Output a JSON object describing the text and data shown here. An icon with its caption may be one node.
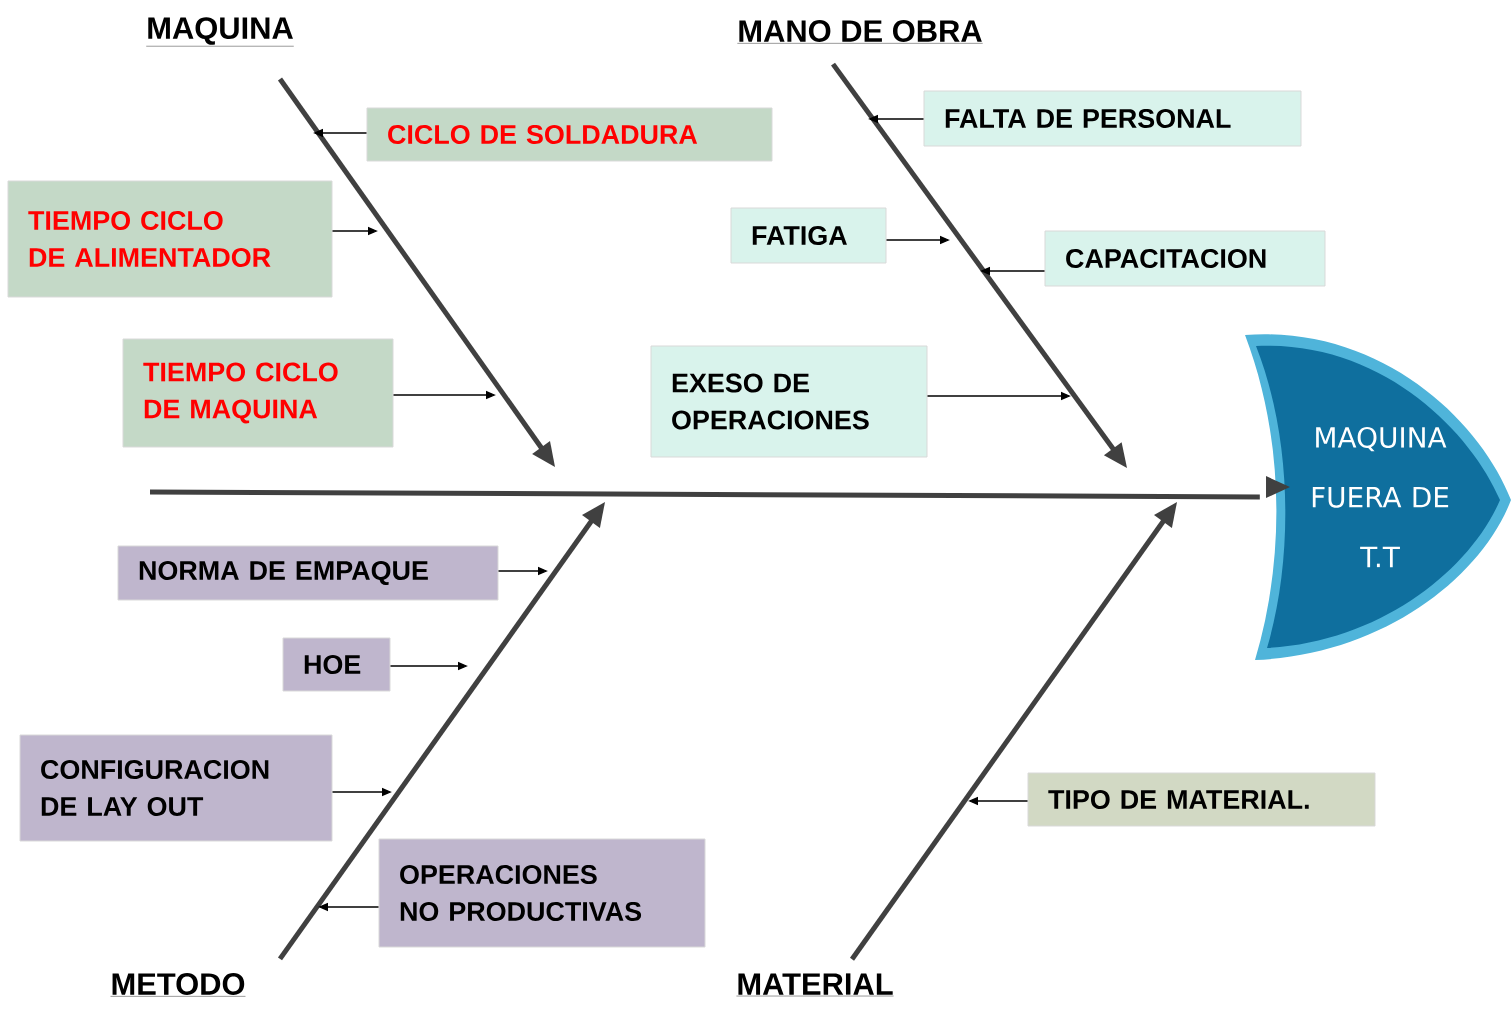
{
  "diagram": {
    "nodes": [
      {
        "text": [
          "MAQUINA"
        ]
      },
      {
        "text": [
          "MANO DE OBRA"
        ]
      },
      {
        "text": [
          "MAQUINA FUERA DE T.T"
        ]
      },
      {
        "text": [
          "CICLO DE SOLDADURA"
        ]
      },
      {
        "text": [
          "TIEMPO CICLO DE ALIMENTADOR"
        ]
      },
      {
        "text": [
          "TIEMPO CICLO DE MAQUINA"
        ]
      },
      {
        "text": [
          "FALTA DE PERSONAL"
        ]
      },
      {
        "text": [
          "FATIGA"
        ]
      },
      {
        "text": [
          "CAPACITACION"
        ]
      },
      {
        "text": [
          "EXESO DE OPERACIONES"
        ]
      },
      {
        "text": [
          "NORMA DE EMPAQUE"
        ]
      },
      {
        "text": [
          "HOE"
        ]
      },
      {
        "text": [
          "CONFIGURACION DE LAY OUT"
        ]
      },
      {
        "text": [
          "OPERACIONES NO PRODUCTIVAS"
        ]
      },
      {
        "text": [
          "TIPO DE MATERIAL."
        ]
      },
      {
        "text": [
          "METODO"
        ]
      },
      {
        "text": [
          "MATERIAL"
        ]
      }
    ],
    "edges": [
      {
        "from": null,
        "to": 2,
        "arrow": "to",
        "style": "thick"
      },
      {
        "from": 0,
        "to": null,
        "arrow": "to",
        "style": "thick"
      },
      {
        "from": 1,
        "to": null,
        "arrow": "to",
        "style": "thick"
      },
      {
        "from": 15,
        "to": null,
        "arrow": "to",
        "style": "thick"
      },
      {
        "from": 16,
        "to": null,
        "arrow": "to",
        "style": "thick"
      },
      {
        "from": 3,
        "to": null,
        "arrow": "to"
      },
      {
        "from": 4,
        "to": null,
        "arrow": "to"
      },
      {
        "from": 5,
        "to": null,
        "arrow": "to"
      },
      {
        "from": 6,
        "to": null,
        "arrow": "to"
      },
      {
        "from": 7,
        "to": null,
        "arrow": "to"
      },
      {
        "from": 8,
        "to": null,
        "arrow": "to"
      },
      {
        "from": 9,
        "to": null,
        "arrow": "to"
      },
      {
        "from": 10,
        "to": null,
        "arrow": "to"
      },
      {
        "from": 11,
        "to": null,
        "arrow": "to"
      },
      {
        "from": 12,
        "to": null,
        "arrow": "to"
      },
      {
        "from": 13,
        "to": null,
        "arrow": "to"
      },
      {
        "from": 14,
        "to": null,
        "arrow": "to"
      }
    ]
  }
}
